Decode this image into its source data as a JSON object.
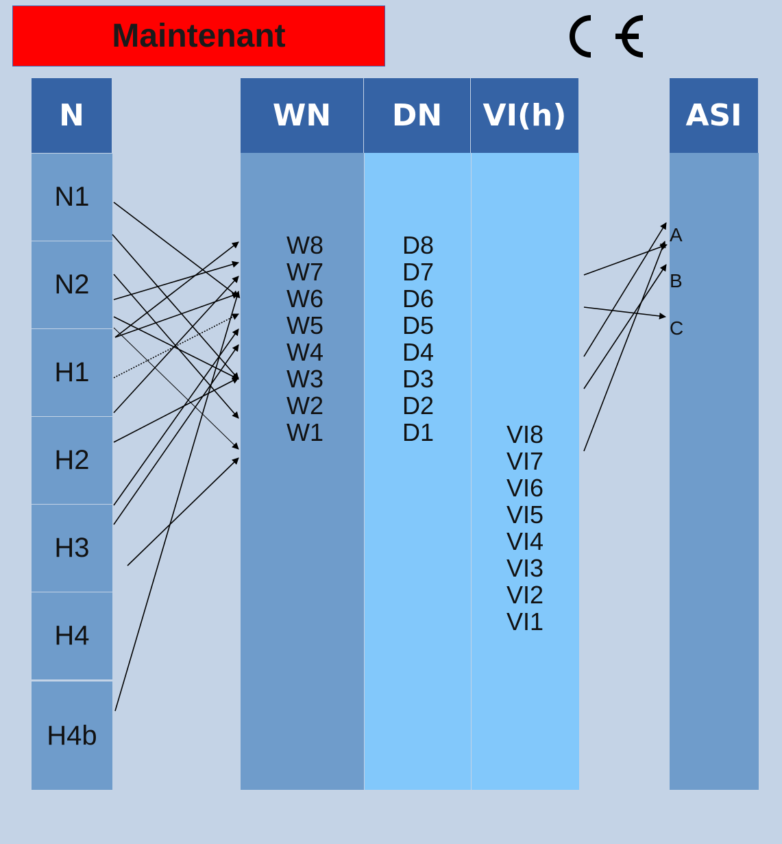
{
  "title": "Maintenant",
  "colors": {
    "background": "#c4d3e6",
    "title_bg": "#ff0000",
    "header_bg": "#3563a5",
    "column_mid": "#6f9ccb",
    "column_light": "#82c8fb"
  },
  "columns": {
    "n_header": "N",
    "wn_header": "WN",
    "dn_header": "DN",
    "vi_header": "VI(h)",
    "asi_header": "ASI"
  },
  "n_items": [
    "N1",
    "N2",
    "H1",
    "H2",
    "H3",
    "H4",
    "H4b"
  ],
  "wn_items": [
    "W8",
    "W7",
    "W6",
    "W5",
    "W4",
    "W3",
    "W2",
    "W1"
  ],
  "dn_items": [
    "D8",
    "D7",
    "D6",
    "D5",
    "D4",
    "D3",
    "D2",
    "D1"
  ],
  "vi_items": [
    "VI8",
    "VI7",
    "VI6",
    "VI5",
    "VI4",
    "VI3",
    "VI2",
    "VI1"
  ],
  "asi_items": [
    "A",
    "B",
    "C"
  ]
}
